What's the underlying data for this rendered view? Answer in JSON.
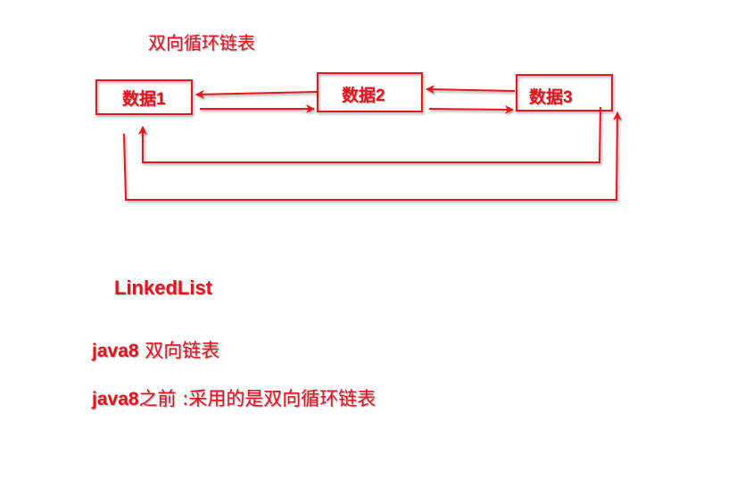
{
  "diagram": {
    "title": "双向循环链表",
    "nodes": [
      {
        "label_prefix": "数据",
        "label_num": "1"
      },
      {
        "label_prefix": "数据",
        "label_num": "2"
      },
      {
        "label_prefix": "数据",
        "label_num": "3"
      }
    ]
  },
  "notes": {
    "linkedlist": "LinkedList",
    "line1_prefix": "java8",
    "line1_suffix": " 双向链表",
    "line2_prefix": "java8",
    "line2_suffix": "之前 :采用的是双向循环链表"
  },
  "colors": {
    "accent": "#e8121f"
  }
}
